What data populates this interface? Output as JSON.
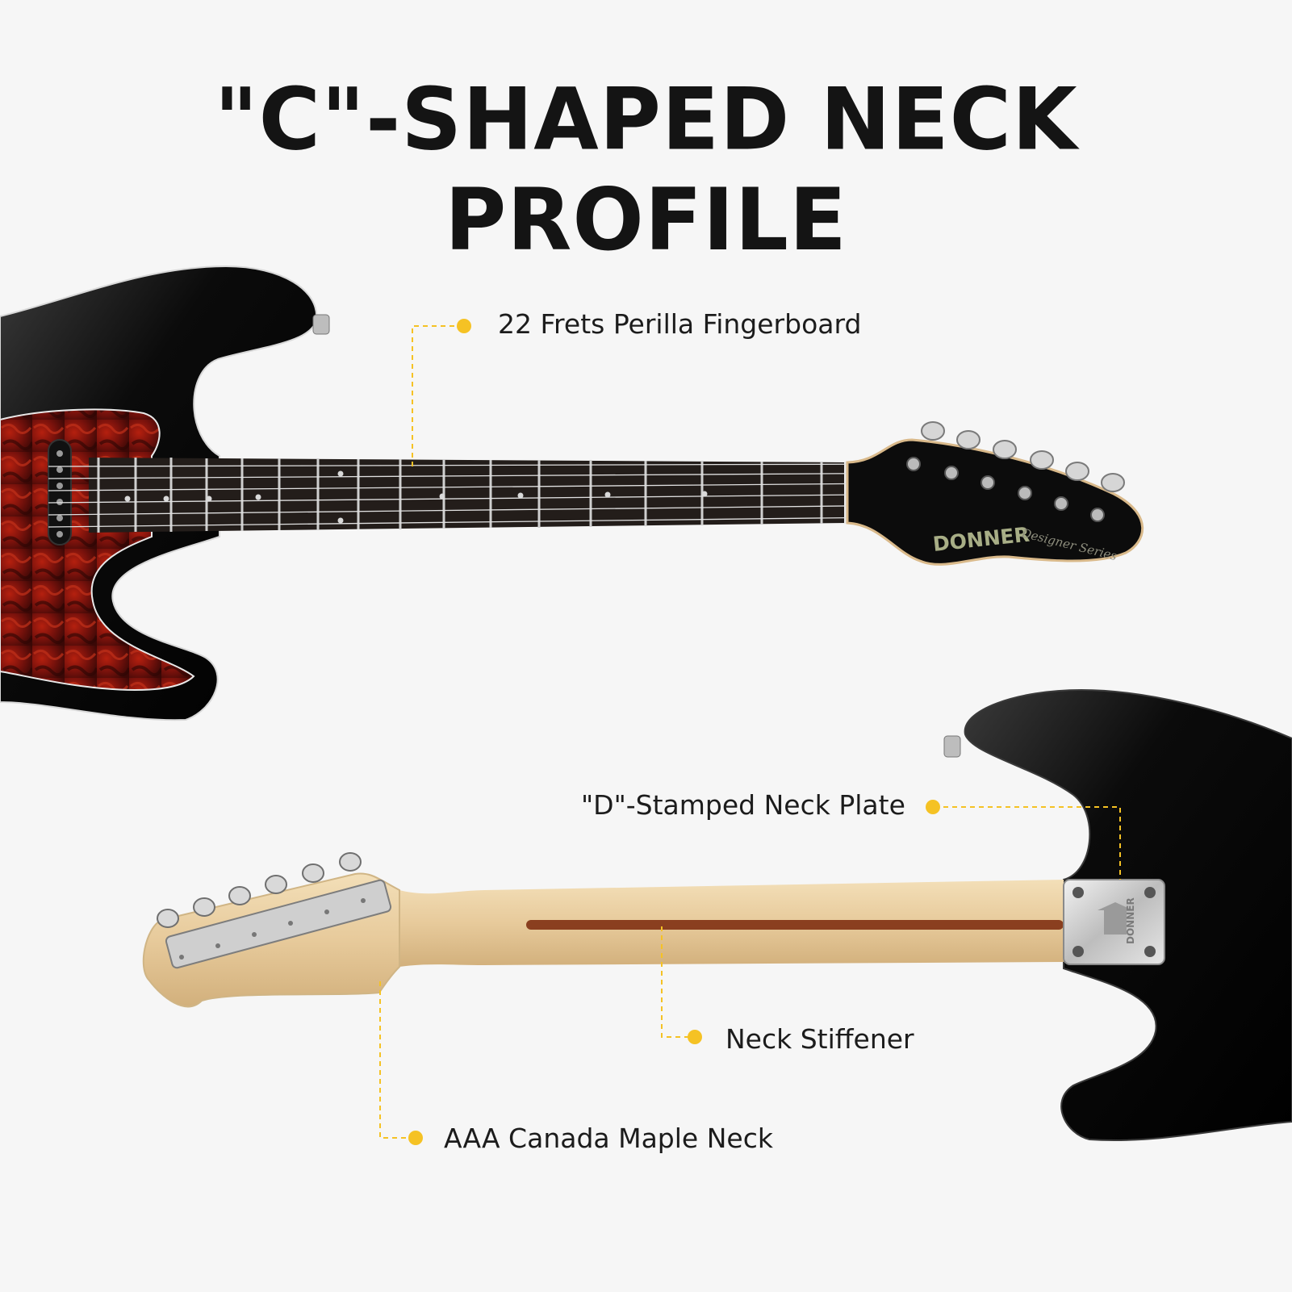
{
  "headline": "\"C\"-SHAPED NECK PROFILE",
  "callouts": {
    "frets": "22 Frets Perilla Fingerboard",
    "neck_plate": "\"D\"-Stamped Neck Plate",
    "stiffener": "Neck Stiffener",
    "maple": "AAA Canada Maple Neck"
  },
  "headstock": {
    "brand": "DONNER",
    "series": "Designer Series"
  },
  "neck_plate_brand": "DONNER",
  "colors": {
    "background": "#f6f6f6",
    "body": "#0b0b0b",
    "pickguard": "#7a120c",
    "fingerboard": "#231d1a",
    "maple": "#e6c99a",
    "stiffener": "#8a3f1f",
    "accent": "#f5c224",
    "chrome": "#c8c8c8"
  },
  "icons": {
    "marker": "dot-icon"
  }
}
